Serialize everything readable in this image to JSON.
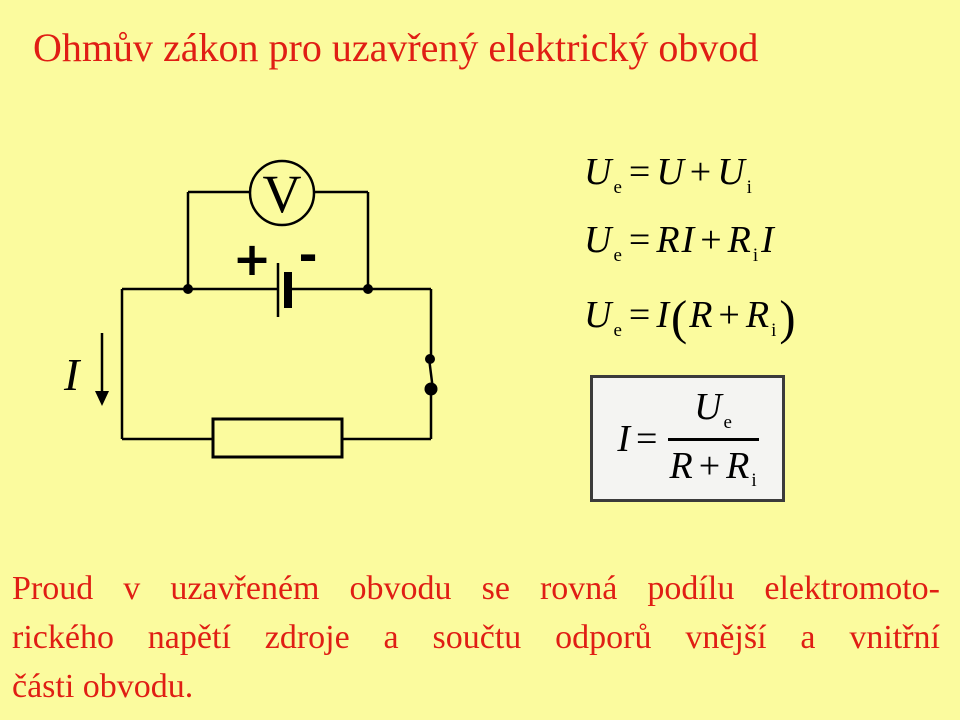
{
  "background": "#FBFB9E",
  "colors": {
    "accent_red": "#E01E14",
    "ink": "#000000",
    "box_background": "#F4F4F2",
    "box_border": "#3B3B3B"
  },
  "title": {
    "text": "Ohmův zákon pro uzavřený elektrický obvod"
  },
  "circuit": {
    "voltmeter_label": "V",
    "battery_plus_label": "+",
    "battery_minus_label": "-",
    "current_label": "I"
  },
  "equations": [
    {
      "tokens": [
        {
          "t": "U",
          "sub": "e"
        },
        {
          "t": "="
        },
        {
          "t": "U"
        },
        {
          "t": "+"
        },
        {
          "t": "U",
          "sub": "i"
        }
      ]
    },
    {
      "tokens": [
        {
          "t": "U",
          "sub": "e"
        },
        {
          "t": "="
        },
        {
          "t": "R"
        },
        {
          "t": "I"
        },
        {
          "t": "+"
        },
        {
          "t": "R",
          "sub": "i"
        },
        {
          "t": "I"
        }
      ]
    },
    {
      "tokens": [
        {
          "t": "U",
          "sub": "e"
        },
        {
          "t": "="
        },
        {
          "t": "I"
        },
        {
          "t": "("
        },
        {
          "t": "R"
        },
        {
          "t": "+"
        },
        {
          "t": "R",
          "sub": "i"
        },
        {
          "t": ")"
        }
      ]
    }
  ],
  "boxed_equation": {
    "lhs": [
      {
        "t": "I"
      },
      {
        "t": "="
      }
    ],
    "numerator": [
      {
        "t": "U",
        "sub": "e"
      }
    ],
    "denominator": [
      {
        "t": "R"
      },
      {
        "t": "+"
      },
      {
        "t": "R",
        "sub": "i"
      }
    ]
  },
  "paragraph": {
    "lines": [
      "Proud v uzavřeném obvodu se rovná podílu elektromoto-",
      "rického napětí zdroje a součtu odporů vnější a vnitřní",
      "části obvodu."
    ]
  }
}
